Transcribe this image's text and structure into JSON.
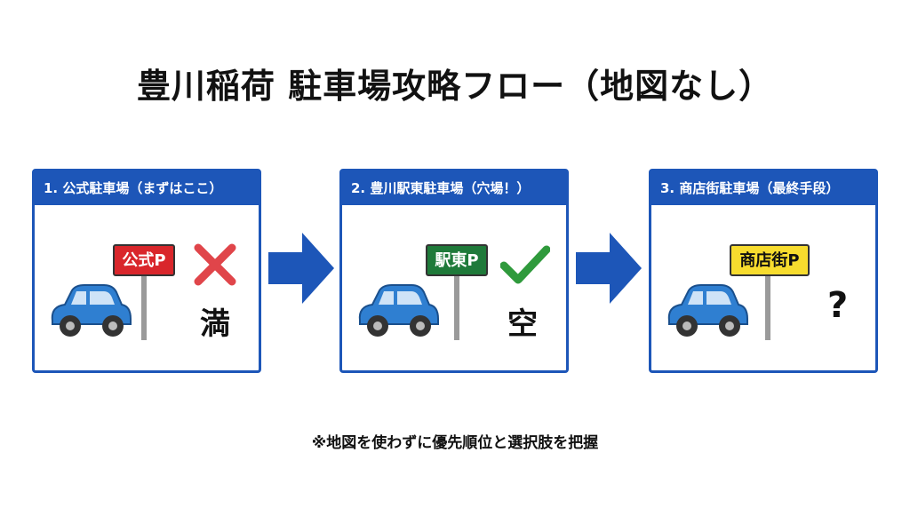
{
  "title": "豊川稲荷 駐車場攻略フロー（地図なし）",
  "cards": [
    {
      "header": "1. 公式駐車場（まずはここ）",
      "sign": "公式P",
      "sign_color": "#d9262b",
      "sign_text_color": "#ffffff",
      "status_icon": "cross-icon",
      "status": "満"
    },
    {
      "header": "2. 豊川駅東駐車場（穴場！）",
      "sign": "駅東P",
      "sign_color": "#1f7a3a",
      "sign_text_color": "#ffffff",
      "status_icon": "check-icon",
      "status": "空"
    },
    {
      "header": "3. 商店街駐車場（最終手段）",
      "sign": "商店街P",
      "sign_color": "#f7dc2e",
      "sign_text_color": "#111111",
      "status_icon": "question-icon",
      "status": "?"
    }
  ],
  "note": "※地図を使わずに優先順位と選択肢を把握",
  "colors": {
    "accent": "#1d56b8",
    "car": "#2f7fd1",
    "cross": "#e0454a",
    "check": "#2f9a3c"
  }
}
